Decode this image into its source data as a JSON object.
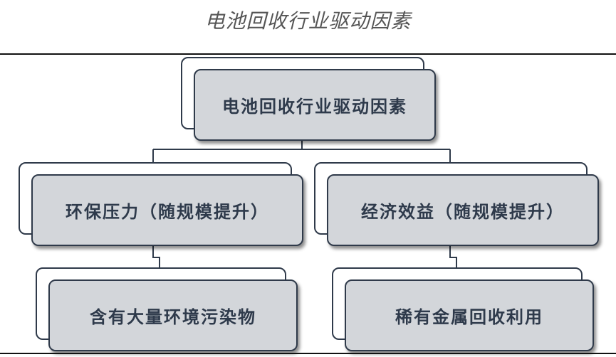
{
  "title": "电池回收行业驱动因素",
  "nodes": {
    "root": "电池回收行业驱动因素",
    "left": "环保压力（随规模提升）",
    "right": "经济效益（随规模提升）",
    "left_child": "含有大量环境污染物",
    "right_child": "稀有金属回收利用"
  }
}
